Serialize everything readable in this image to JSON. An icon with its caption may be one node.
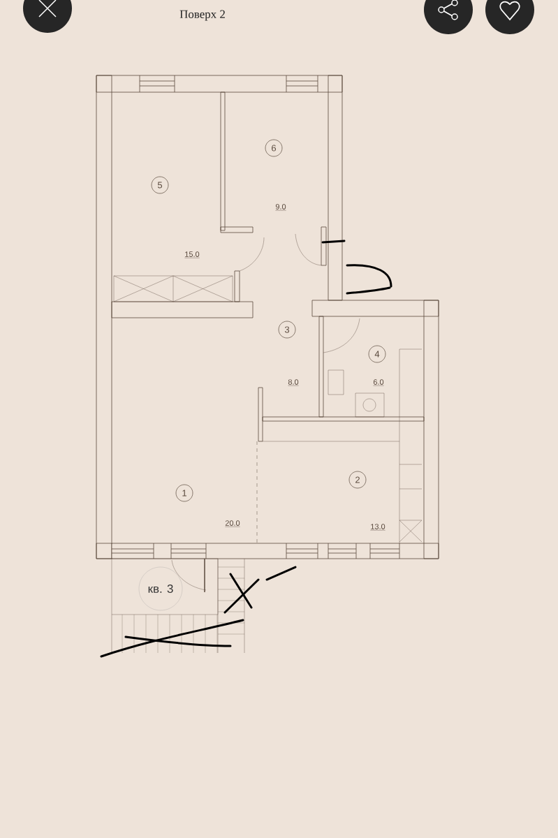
{
  "diagram": {
    "title": "Поверх 2",
    "nodes": [
      {
        "text": [
          "5",
          "15.0"
        ]
      },
      {
        "text": [
          "6",
          "9.0"
        ]
      },
      {
        "text": [
          "3",
          "8.0"
        ]
      },
      {
        "text": [
          "4",
          "6.0"
        ]
      },
      {
        "text": [
          "1",
          "20.0"
        ]
      },
      {
        "text": [
          "2",
          "13.0"
        ]
      },
      {
        "text": [
          "кв. 3"
        ]
      }
    ]
  }
}
